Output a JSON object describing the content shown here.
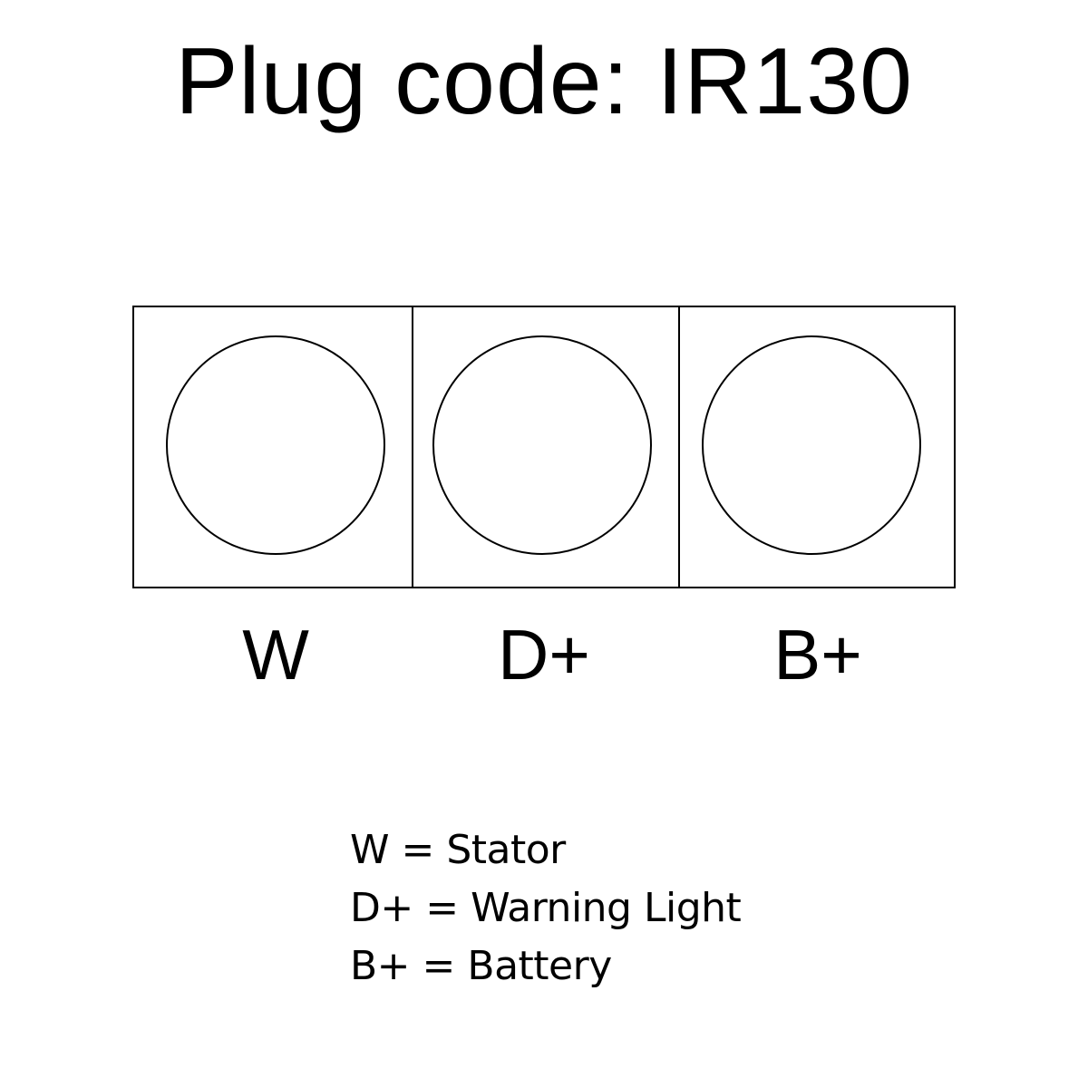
{
  "title": "Plug code: IR130",
  "pins": [
    {
      "label": "W"
    },
    {
      "label": "D+"
    },
    {
      "label": "B+"
    }
  ],
  "legend": [
    {
      "text": "W = Stator"
    },
    {
      "text": "D+ = Warning Light"
    },
    {
      "text": "B+ = Battery"
    }
  ]
}
